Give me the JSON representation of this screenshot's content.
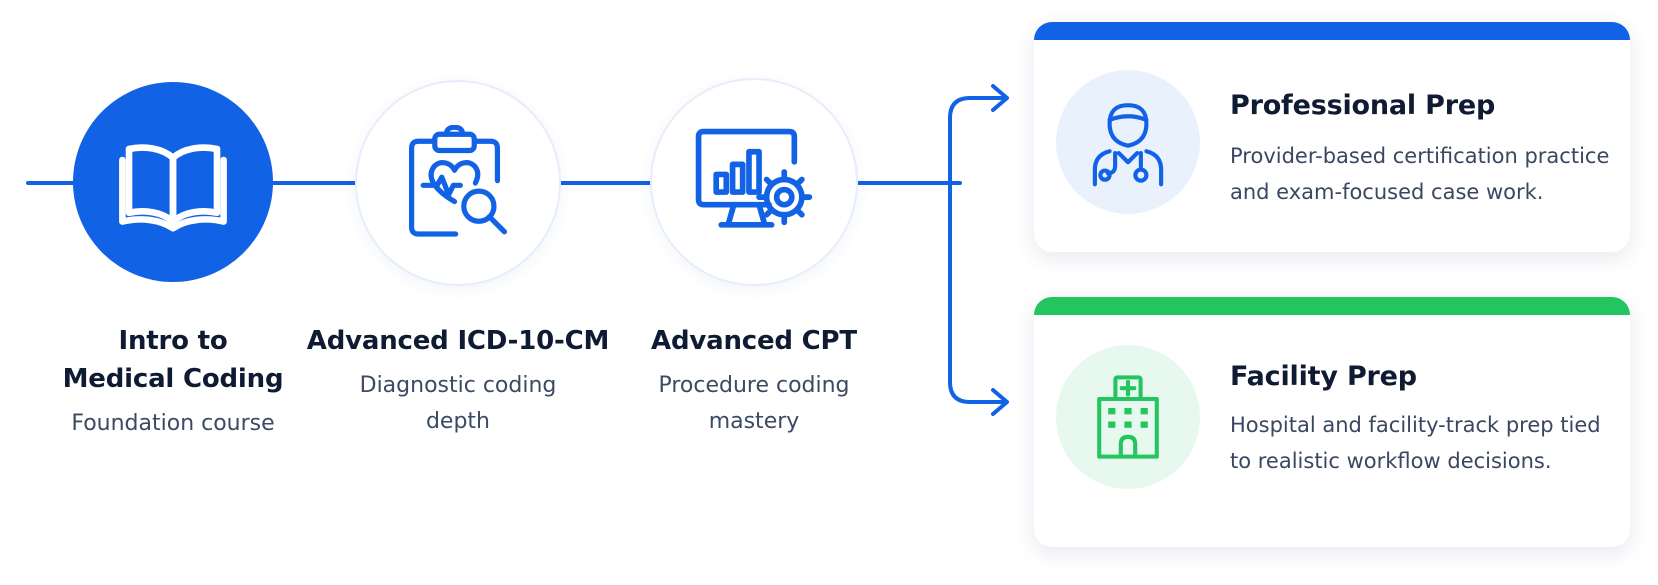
{
  "steps": [
    {
      "title": "Intro to Medical Coding",
      "title_lines": [
        "Intro to",
        "Medical Coding"
      ],
      "subtitle_lines": [
        "Foundation course"
      ],
      "icon": "open-book-icon"
    },
    {
      "title": "Advanced ICD-10-CM",
      "title_lines": [
        "Advanced ICD-10-CM"
      ],
      "subtitle_lines": [
        "Diagnostic coding",
        "depth"
      ],
      "icon": "clipboard-heart-magnifier-icon"
    },
    {
      "title": "Advanced CPT",
      "title_lines": [
        "Advanced CPT"
      ],
      "subtitle_lines": [
        "Procedure coding",
        "mastery"
      ],
      "icon": "monitor-chart-gear-icon"
    }
  ],
  "tracks": [
    {
      "title": "Professional Prep",
      "description": "Provider-based certification practice and exam-focused case work.",
      "accent": "#1262e6",
      "icon": "doctor-stethoscope-icon"
    },
    {
      "title": "Facility Prep",
      "description": "Hospital and facility-track prep tied to realistic workflow decisions.",
      "accent": "#22c55e",
      "icon": "hospital-building-icon"
    }
  ],
  "colors": {
    "primary": "#1262e6",
    "green": "#22c55e",
    "text_dark": "#0f1a33",
    "text_muted": "#3d4a63"
  }
}
